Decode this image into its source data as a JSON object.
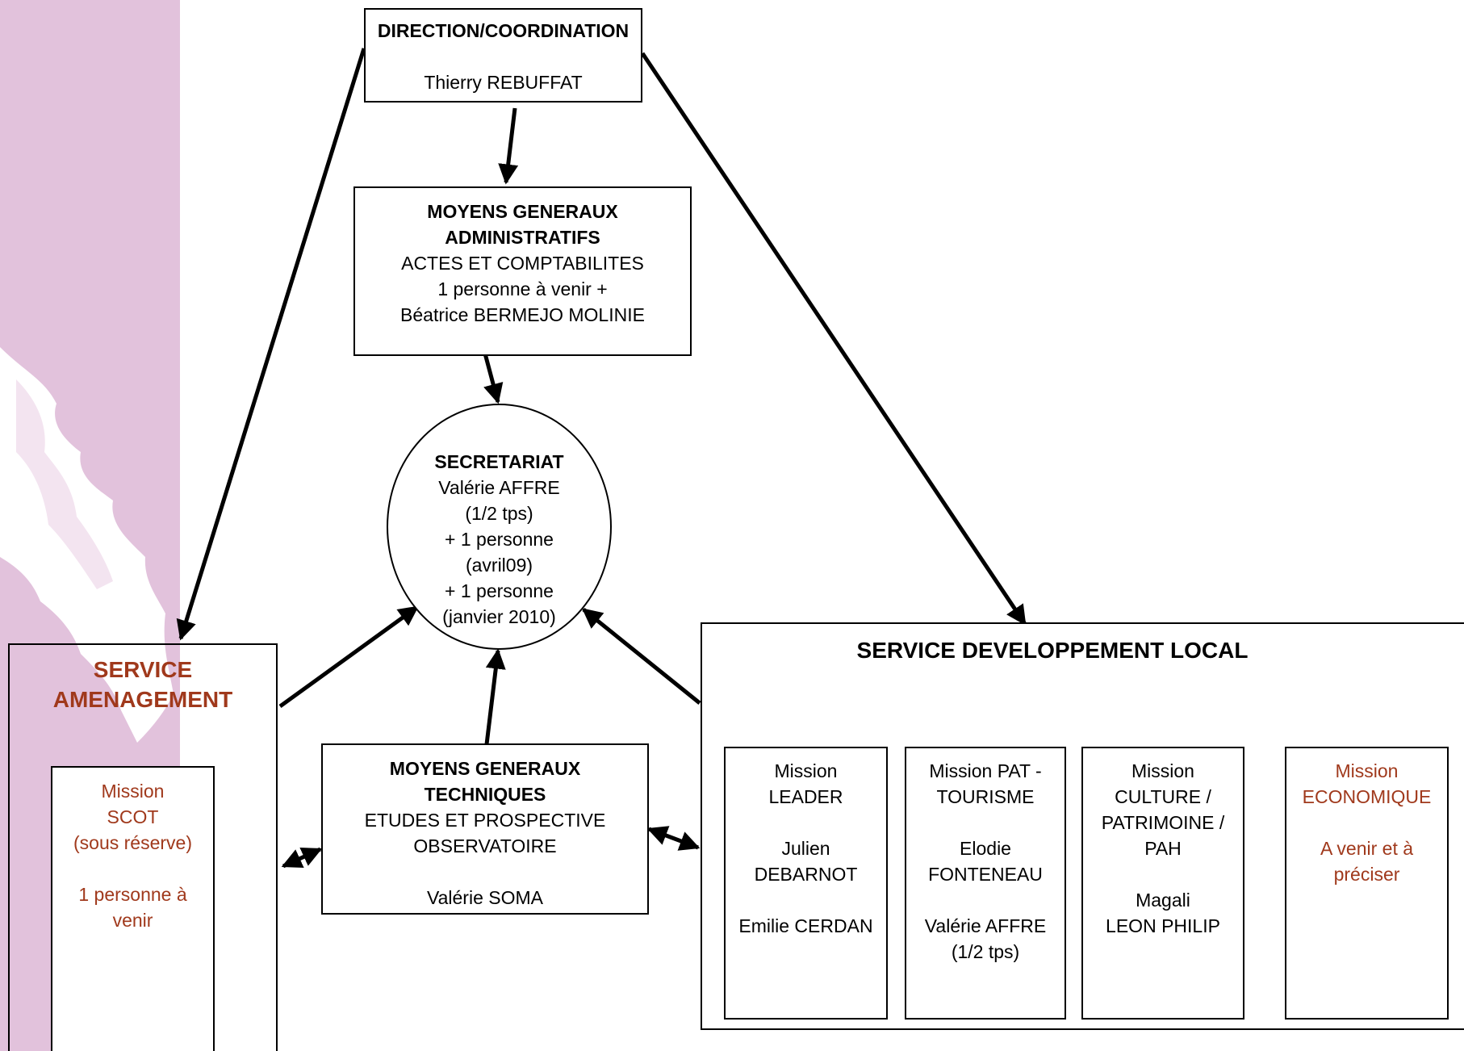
{
  "colors": {
    "stripe": "#e2c2dc",
    "accent_text": "#a0391c",
    "line": "#000000"
  },
  "direction": {
    "title": "DIRECTION/COORDINATION",
    "person": "Thierry REBUFFAT"
  },
  "moyens_admin": {
    "title_1": "MOYENS GENERAUX",
    "title_2": "ADMINISTRATIFS",
    "line_1": "ACTES ET COMPTABILITES",
    "line_2": "1 personne à venir +",
    "line_3": "Béatrice BERMEJO MOLINIE"
  },
  "secretariat": {
    "title": "SECRETARIAT",
    "lines": [
      "Valérie AFFRE",
      "(1/2 tps)",
      "+ 1 personne",
      "(avril09)",
      "+ 1 personne",
      "(janvier 2010)"
    ]
  },
  "service_amenagement": {
    "title_1": "SERVICE",
    "title_2": "AMENAGEMENT",
    "mission": {
      "lines": [
        "Mission",
        "SCOT",
        "(sous réserve)",
        "",
        "1 personne à",
        "venir"
      ]
    }
  },
  "moyens_tech": {
    "title_1": "MOYENS GENERAUX",
    "title_2": "TECHNIQUES",
    "line_1": "ETUDES ET PROSPECTIVE",
    "line_2": "OBSERVATOIRE",
    "line_3": "Valérie SOMA"
  },
  "service_dev": {
    "title": "SERVICE DEVELOPPEMENT LOCAL",
    "missions": [
      {
        "lines": [
          "Mission",
          "LEADER",
          "",
          "Julien",
          "DEBARNOT",
          "",
          "Emilie CERDAN"
        ]
      },
      {
        "lines": [
          "Mission PAT -",
          "TOURISME",
          "",
          "Elodie",
          "FONTENEAU",
          "",
          "Valérie AFFRE",
          "(1/2 tps)"
        ]
      },
      {
        "lines": [
          "Mission",
          "CULTURE /",
          "PATRIMOINE /",
          "PAH",
          "",
          "Magali",
          "LEON PHILIP"
        ]
      },
      {
        "lines": [
          "Mission",
          "ECONOMIQUE",
          "",
          "A venir et à",
          "préciser"
        ]
      }
    ]
  }
}
